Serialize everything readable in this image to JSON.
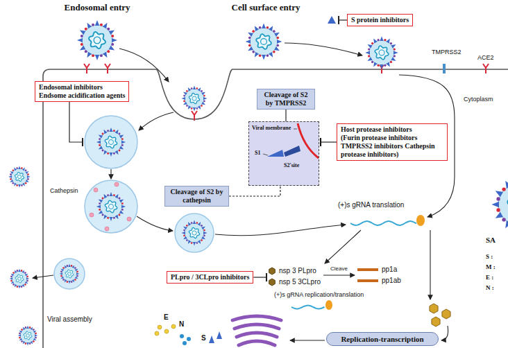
{
  "diagram": {
    "nodes": [
      {
        "text": [
          "S protein inhibitors"
        ]
      },
      {
        "text": [
          "Endosomal inhibitors",
          "Endsome acidification agents"
        ]
      },
      {
        "text": [
          "Cleavage of S2 by TMPRSS2"
        ]
      },
      {
        "text": [
          "Viral membrane",
          "S1",
          "S2'site"
        ]
      },
      {
        "text": [
          "Host protease inhibitors",
          "(Furin protease inhibitors TMPRSS2 inhibitors Cathepsin protease inhibitors)"
        ]
      },
      {
        "text": [
          "Cleavage of S2 by cathepsin"
        ]
      },
      {
        "text": [
          "PLpro / 3CLpro inhibitors"
        ]
      },
      {
        "text": [
          "Replication-transcription"
        ]
      }
    ],
    "edges": [
      {
        "from": 2,
        "to": 3,
        "arrow": "none"
      },
      {
        "from": 4,
        "to": 3,
        "arrow": "to"
      },
      {
        "from": 5,
        "to": 3,
        "arrow": "none"
      }
    ],
    "labels": [
      "Endosomal entry",
      "Cell surface entry",
      "TMPRSS2",
      "ACE2",
      "Cytoplasm",
      "Cathepsin",
      "(+)s gRNA translation",
      "nsp 3 PLpro",
      "nsp 5 3CLpro",
      "Cleave",
      "pp1a",
      "pp1ab",
      "(+)s gRNA replication/translation",
      "Viral assembly",
      "E",
      "N",
      "S",
      "SA",
      "S :",
      "M :",
      "E :",
      "N :"
    ]
  }
}
